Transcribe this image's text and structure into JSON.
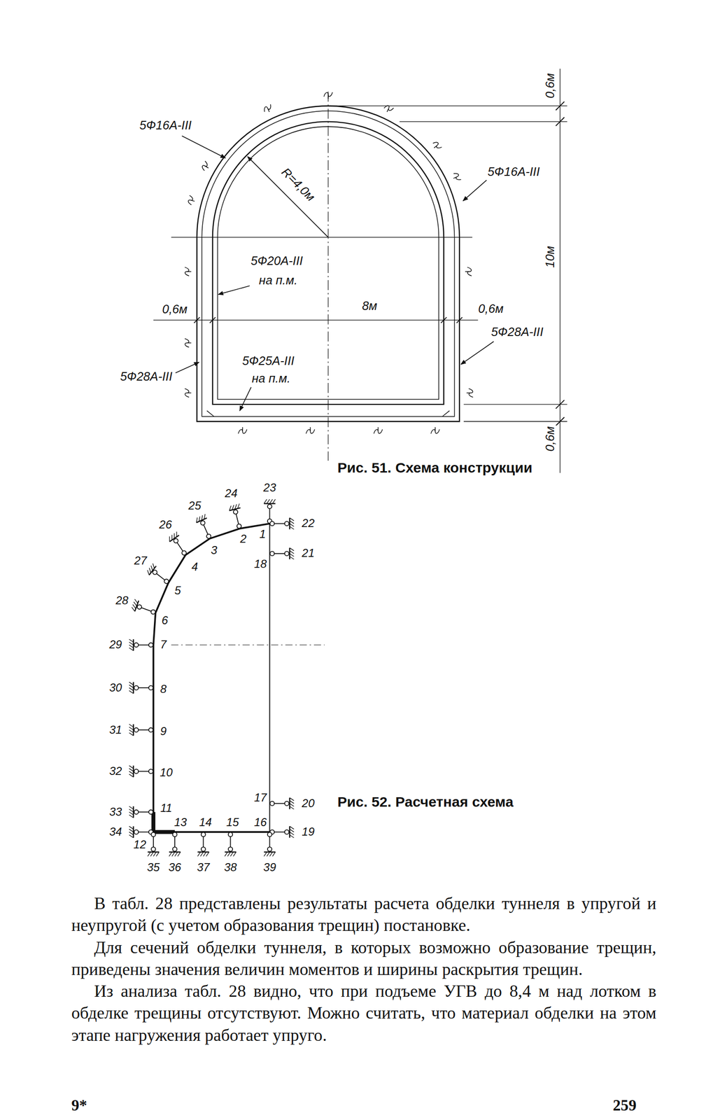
{
  "diagram": {
    "labels": [
      "5Ф16А-III",
      "R=4,0м",
      "5Ф16А-III",
      "5Ф20А-III",
      "на п.м.",
      "0,6м",
      "8м",
      "0,6м",
      "5Ф28А-III",
      "5Ф25А-III",
      "на п.м.",
      "5Ф28А-III",
      "0,6м",
      "10м",
      "0,6м",
      "Рис. 51. Схема конструкции",
      "1",
      "2",
      "3",
      "4",
      "5",
      "6",
      "7",
      "8",
      "9",
      "10",
      "11",
      "12",
      "13",
      "14",
      "15",
      "16",
      "17",
      "18",
      "19",
      "20",
      "21",
      "22",
      "23",
      "24",
      "25",
      "26",
      "27",
      "28",
      "29",
      "30",
      "31",
      "32",
      "33",
      "34",
      "35",
      "36",
      "37",
      "38",
      "39",
      "Рис. 52. Расчетная схема",
      "В табл. 28 представлены результаты расчета обделки туннеля в упругой и неупругой (с учетом образования трещин) постановке.",
      "Для сечений обделки туннеля, в которых возможно образование трещин, приведены значения величин моментов и ширины раскрытия трещин.",
      "Из анализа табл. 28 видно, что при подъеме УГВ до 8,4 м над лотком в обделке трещины отсутствуют. Можно считать, что материал обделки на этом этапе нагружения работает упруго.",
      "9*",
      "259"
    ]
  }
}
